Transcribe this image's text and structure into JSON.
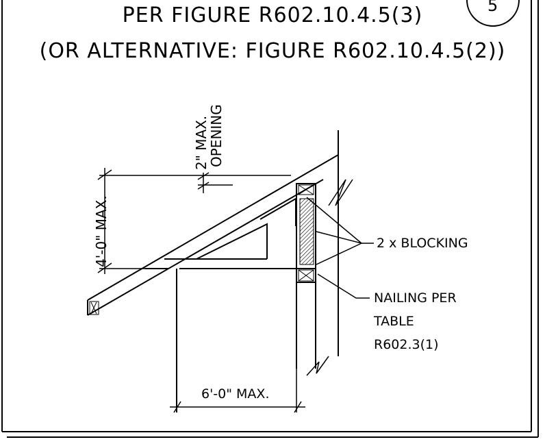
{
  "detail": {
    "title_line1": "PER FIGURE R602.10.4.5(3)",
    "title_line2": "(OR ALTERNATIVE: FIGURE R602.10.4.5(2))",
    "detail_number": "5"
  },
  "dimensions": {
    "opening_line1": "2\" MAX.",
    "opening_line2": "OPENING",
    "height": "4'-0\" MAX.",
    "width": "6'-0\" MAX."
  },
  "callouts": {
    "blocking": "2 x BLOCKING",
    "nailing_line1": "NAILING PER",
    "nailing_line2": "TABLE",
    "nailing_line3": "R602.3(1)"
  },
  "colors": {
    "ink": "#000000",
    "background": "#ffffff"
  }
}
